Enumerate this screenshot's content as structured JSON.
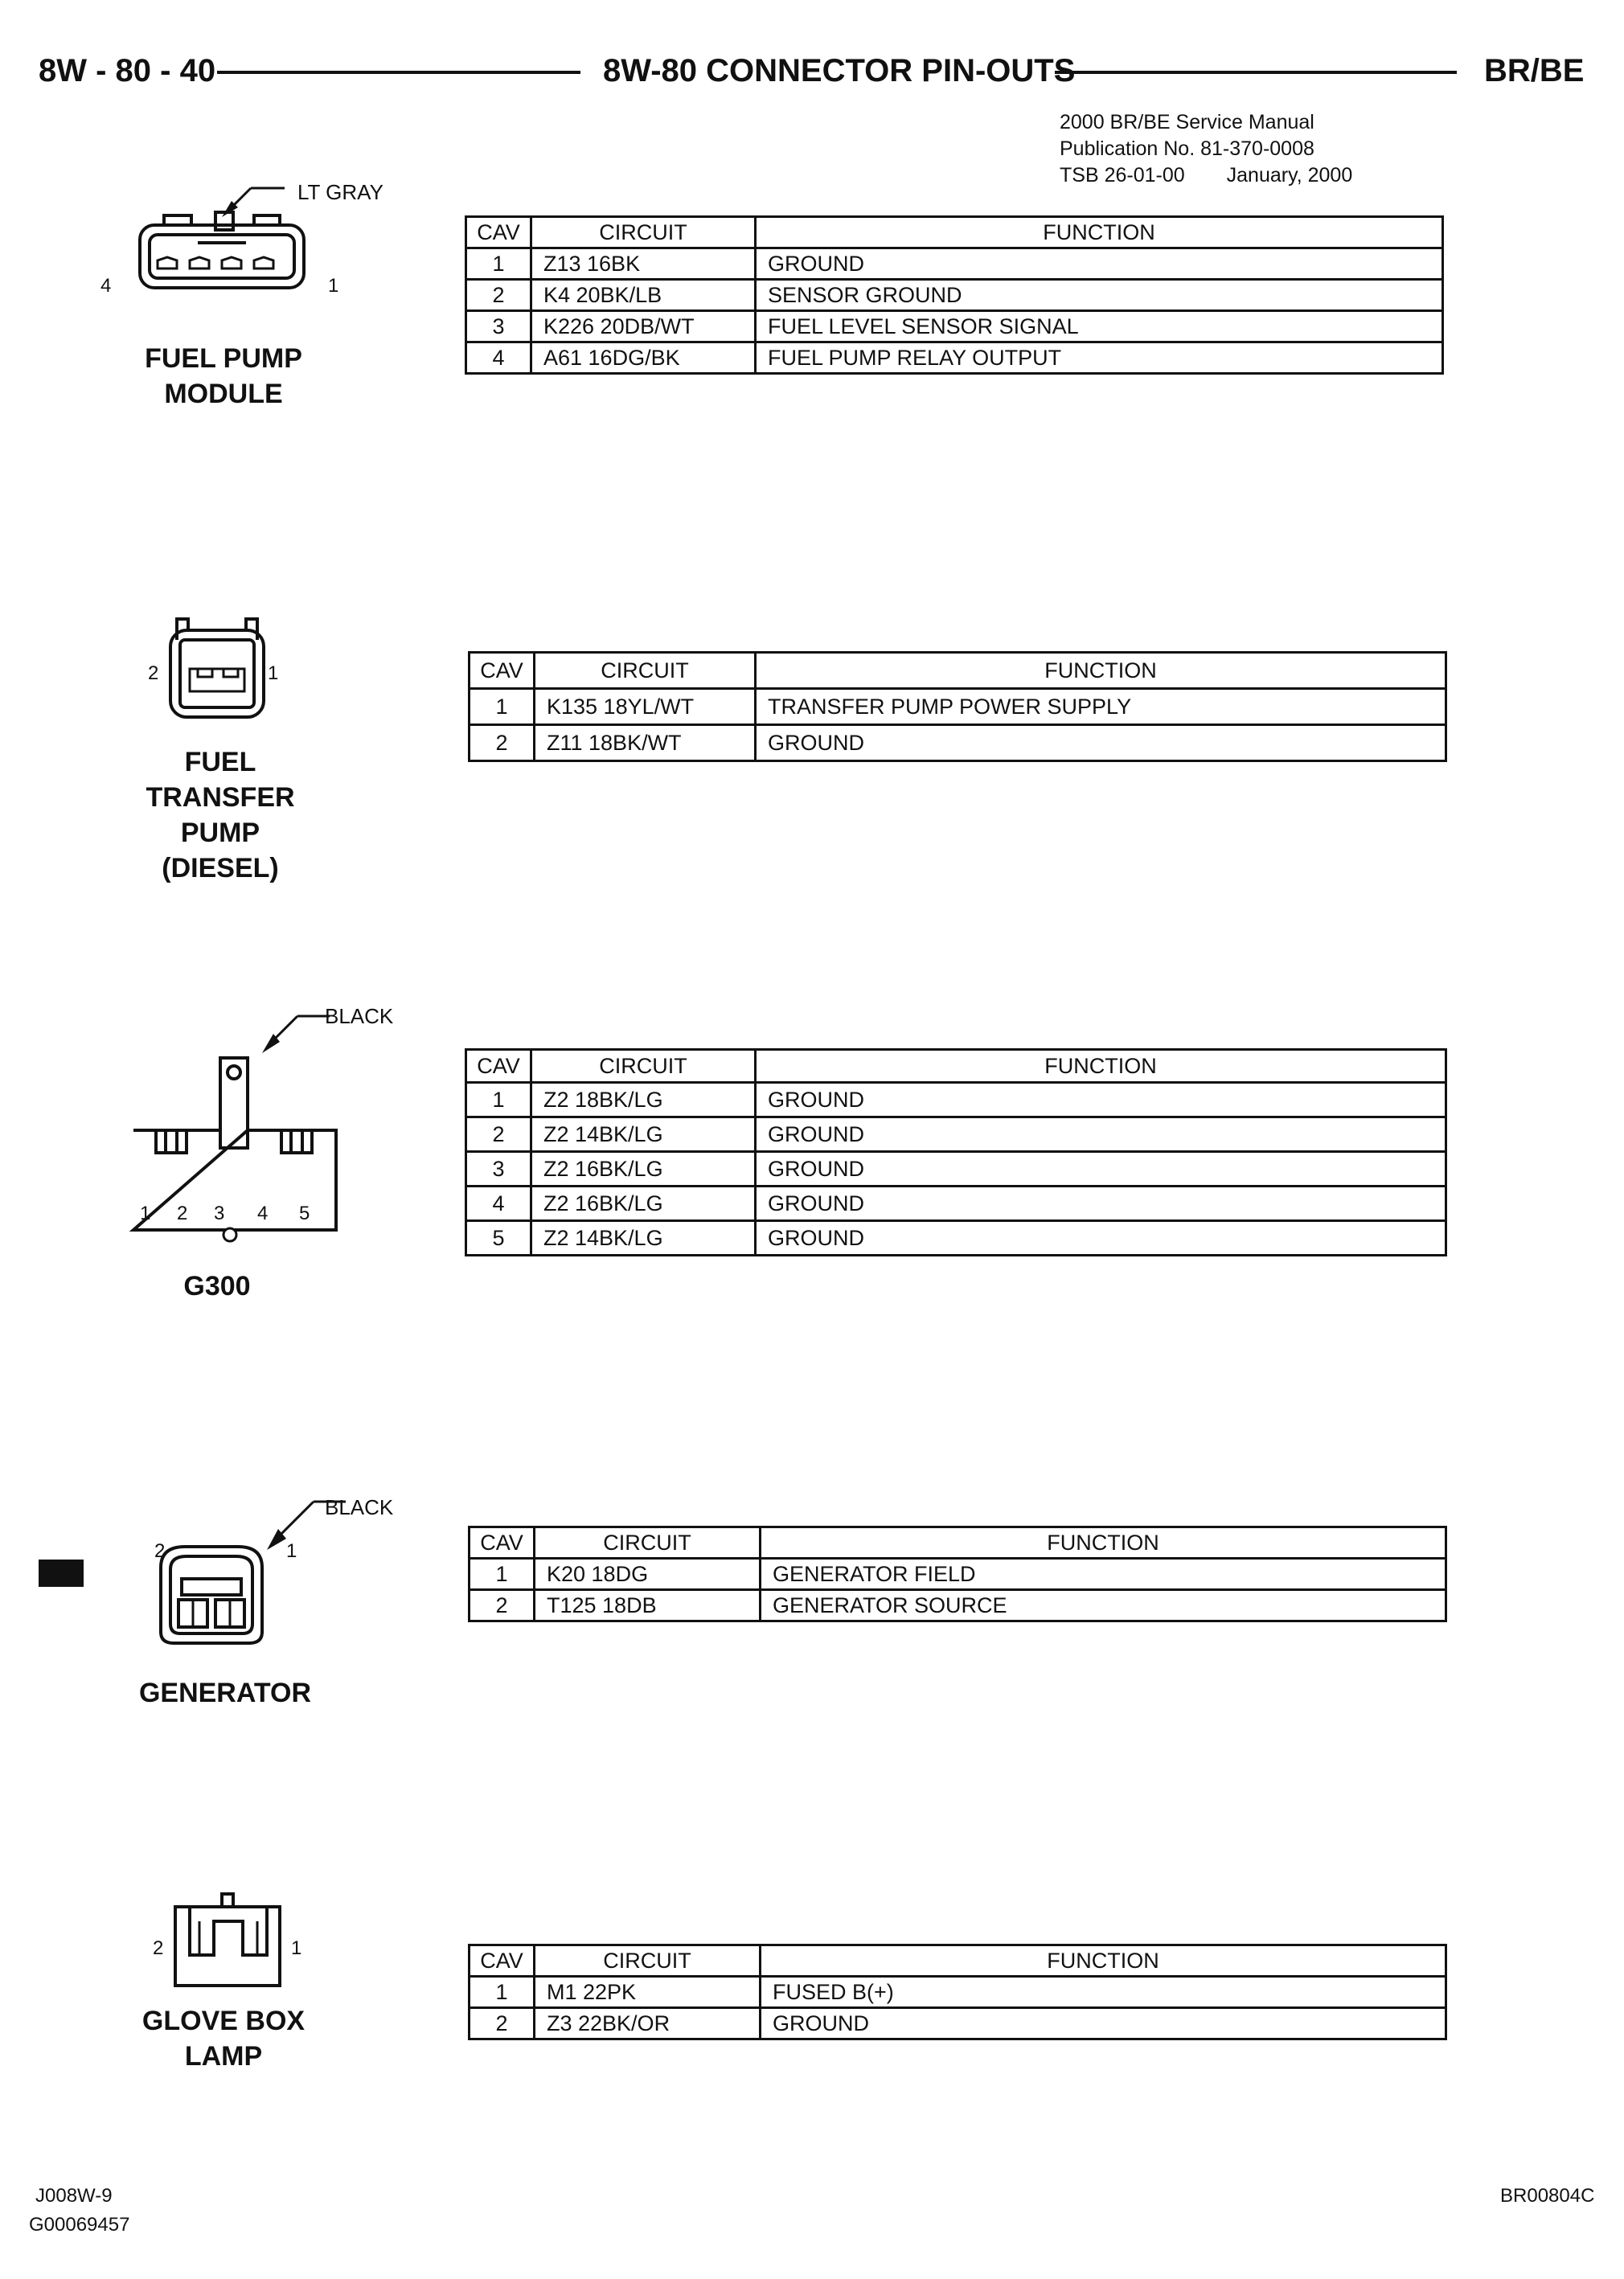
{
  "header": {
    "left": "8W - 80 - 40",
    "center": "8W-80 CONNECTOR PIN-OUTS",
    "right": "BR/BE"
  },
  "publication": {
    "line1": "2000 BR/BE Service Manual",
    "line2": "Publication No. 81-370-0008",
    "line3a": "TSB 26-01-00",
    "line3b": "January, 2000"
  },
  "connectors": [
    {
      "name": "FUEL PUMP MODULE",
      "name_lines": [
        "FUEL PUMP",
        "MODULE"
      ],
      "color": "LT GRAY",
      "pin_left": "4",
      "pin_right": "1",
      "columns": [
        "CAV",
        "CIRCUIT",
        "FUNCTION"
      ],
      "rows": [
        {
          "cav": "1",
          "circuit": "Z13 16BK",
          "function": "GROUND"
        },
        {
          "cav": "2",
          "circuit": "K4 20BK/LB",
          "function": "SENSOR GROUND"
        },
        {
          "cav": "3",
          "circuit": "K226 20DB/WT",
          "function": "FUEL LEVEL SENSOR SIGNAL"
        },
        {
          "cav": "4",
          "circuit": "A61 16DG/BK",
          "function": "FUEL PUMP RELAY OUTPUT"
        }
      ]
    },
    {
      "name": "FUEL TRANSFER PUMP (DIESEL)",
      "name_lines": [
        "FUEL",
        "TRANSFER",
        "PUMP",
        "(DIESEL)"
      ],
      "pin_left": "2",
      "pin_right": "1",
      "columns": [
        "CAV",
        "CIRCUIT",
        "FUNCTION"
      ],
      "rows": [
        {
          "cav": "1",
          "circuit": "K135 18YL/WT",
          "function": "TRANSFER PUMP POWER SUPPLY"
        },
        {
          "cav": "2",
          "circuit": "Z11 18BK/WT",
          "function": "GROUND"
        }
      ]
    },
    {
      "name": "G300",
      "name_lines": [
        "G300"
      ],
      "color": "BLACK",
      "pins": [
        "1",
        "2",
        "3",
        "4",
        "5"
      ],
      "columns": [
        "CAV",
        "CIRCUIT",
        "FUNCTION"
      ],
      "rows": [
        {
          "cav": "1",
          "circuit": "Z2 18BK/LG",
          "function": "GROUND"
        },
        {
          "cav": "2",
          "circuit": "Z2 14BK/LG",
          "function": "GROUND"
        },
        {
          "cav": "3",
          "circuit": "Z2 16BK/LG",
          "function": "GROUND"
        },
        {
          "cav": "4",
          "circuit": "Z2 16BK/LG",
          "function": "GROUND"
        },
        {
          "cav": "5",
          "circuit": "Z2 14BK/LG",
          "function": "GROUND"
        }
      ]
    },
    {
      "name": "GENERATOR",
      "name_lines": [
        "GENERATOR"
      ],
      "color": "BLACK",
      "pin_left": "2",
      "pin_right": "1",
      "columns": [
        "CAV",
        "CIRCUIT",
        "FUNCTION"
      ],
      "rows": [
        {
          "cav": "1",
          "circuit": "K20 18DG",
          "function": "GENERATOR FIELD"
        },
        {
          "cav": "2",
          "circuit": "T125 18DB",
          "function": "GENERATOR SOURCE"
        }
      ]
    },
    {
      "name": "GLOVE BOX LAMP",
      "name_lines": [
        "GLOVE BOX",
        "LAMP"
      ],
      "pin_left": "2",
      "pin_right": "1",
      "columns": [
        "CAV",
        "CIRCUIT",
        "FUNCTION"
      ],
      "rows": [
        {
          "cav": "1",
          "circuit": "M1 22PK",
          "function": "FUSED B(+)"
        },
        {
          "cav": "2",
          "circuit": "Z3 22BK/OR",
          "function": "GROUND"
        }
      ]
    }
  ],
  "footer": {
    "left1": "J008W-9",
    "left2": "G00069457",
    "right": "BR00804C"
  }
}
